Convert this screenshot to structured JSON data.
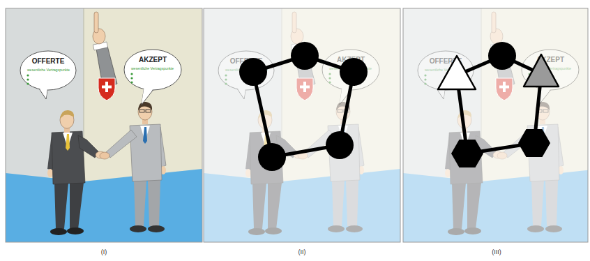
{
  "diagram": {
    "nodes": [
      {
        "text": [
          "OFFERTE",
          "wesentliche Vertragspunkte"
        ]
      },
      {
        "text": [
          "AKZEPT",
          "wesentliche Vertragspunkte"
        ]
      },
      {
        "text": [
          "OFFERTE",
          "wesentliche Vertragspunkte"
        ]
      },
      {
        "text": [
          "AKZEPT",
          "wesentliche Vertragspunkte"
        ]
      },
      {
        "text": [
          "OFFERTE",
          "wesentliche Vertragspunkte"
        ]
      },
      {
        "text": [
          "AKZEPT",
          "wesentliche Vertragspunkte"
        ]
      }
    ],
    "labels": [
      "(I)",
      "(II)",
      "(III)"
    ]
  }
}
